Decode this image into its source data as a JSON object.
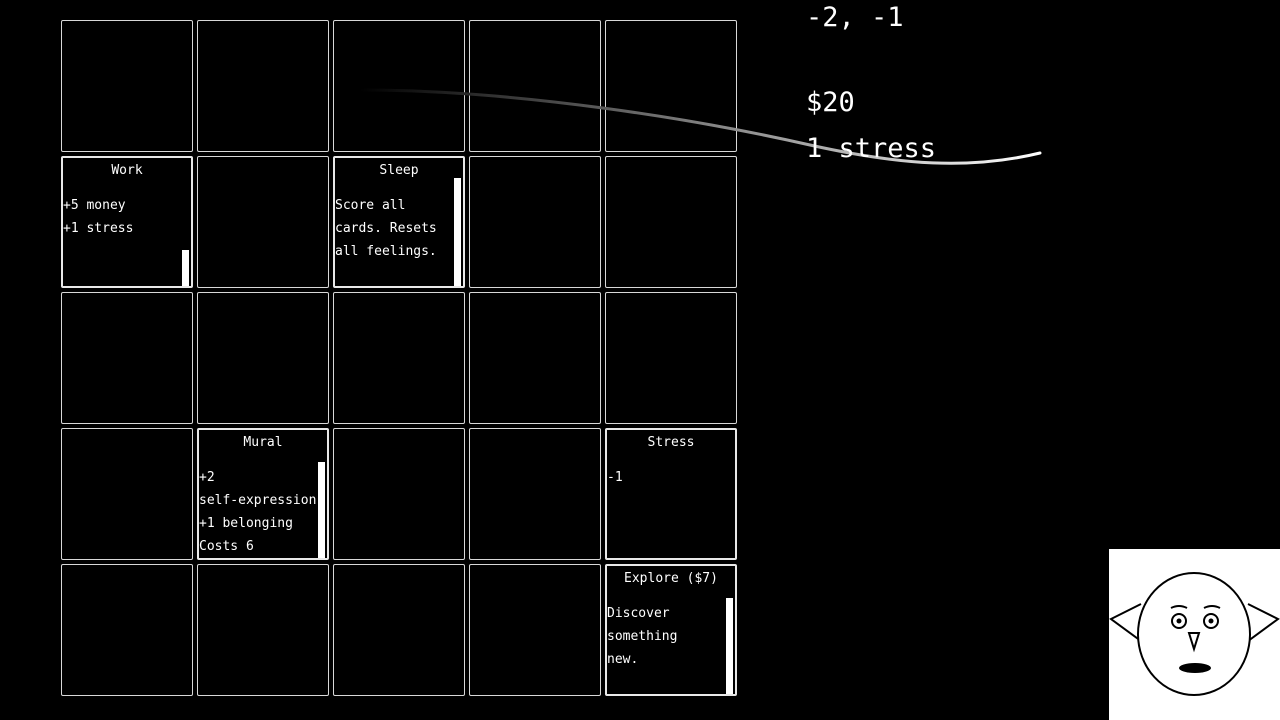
{
  "hud": {
    "coordinates": "-2, -1",
    "money": "$20",
    "stress": "1 stress"
  },
  "cards": [
    {
      "id": "work",
      "title": "Work",
      "body": "+5 money\n+1 stress",
      "row": 1,
      "col": 0,
      "fill": 0.3
    },
    {
      "id": "sleep",
      "title": "Sleep",
      "body": "Score all\ncards. Resets\nall feelings.",
      "row": 1,
      "col": 2,
      "fill": 0.9
    },
    {
      "id": "mural",
      "title": "Mural",
      "body": "+2\nself-expression\n+1 belonging\nCosts 6",
      "row": 3,
      "col": 1,
      "fill": 0.8
    },
    {
      "id": "stress",
      "title": "Stress",
      "body": "-1",
      "row": 3,
      "col": 4,
      "fill": 0
    },
    {
      "id": "explore",
      "title": "Explore ($7)",
      "body": "Discover\nsomething\nnew.",
      "row": 4,
      "col": 4,
      "fill": 0.8
    }
  ],
  "grid": {
    "rows": 5,
    "cols": 5
  },
  "colors": {
    "background": "#000000",
    "foreground": "#ffffff"
  },
  "icons": {
    "portrait": "elf-face-icon"
  }
}
